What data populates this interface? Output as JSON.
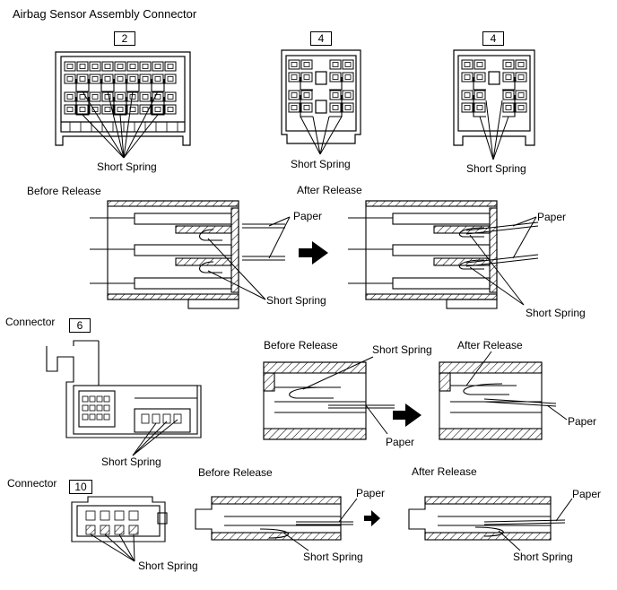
{
  "diagram": {
    "title": "Airbag Sensor Assembly Connector",
    "connector_numbers": {
      "a": "2",
      "b": "4",
      "c": "4",
      "d": "6",
      "e": "10"
    },
    "short_spring": "Short Spring",
    "before_release": "Before Release",
    "after_release": "After Release",
    "paper": "Paper",
    "connector": "Connector"
  }
}
